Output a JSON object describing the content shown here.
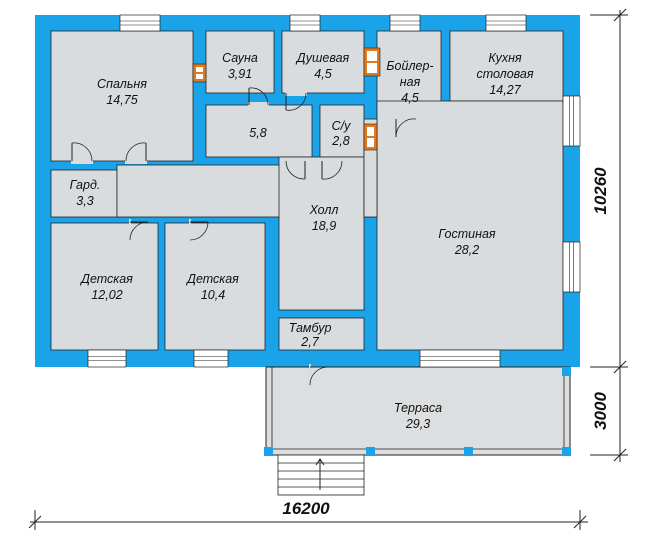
{
  "colors": {
    "wall": "#1aa3e8",
    "room": "#d9dcde",
    "terrace": "#dcdee0",
    "line": "#222222",
    "stove": "#e07a1e"
  },
  "rooms": [
    {
      "id": "spalnya",
      "name": "Спальня",
      "area": "14,75"
    },
    {
      "id": "sauna",
      "name": "Сауна",
      "area": "3,91"
    },
    {
      "id": "dushevaya",
      "name": "Душевая",
      "area": "4,5"
    },
    {
      "id": "boiler",
      "name": "Бойлер-",
      "name2": "ная",
      "area": "4,5"
    },
    {
      "id": "kitchen",
      "name": "Кухня",
      "name2": "столовая",
      "area": "14,27"
    },
    {
      "id": "corridor",
      "name": "",
      "area": "5,8"
    },
    {
      "id": "wc",
      "name": "С/у",
      "area": "2,8"
    },
    {
      "id": "gard",
      "name": "Гард.",
      "area": "3,3"
    },
    {
      "id": "hall",
      "name": "Холл",
      "area": "18,9"
    },
    {
      "id": "living",
      "name": "Гостиная",
      "area": "28,2"
    },
    {
      "id": "child1",
      "name": "Детская",
      "area": "12,02"
    },
    {
      "id": "child2",
      "name": "Детская",
      "area": "10,4"
    },
    {
      "id": "tambur",
      "name": "Тамбур",
      "area": "2,7"
    },
    {
      "id": "terrace",
      "name": "Терраса",
      "area": "29,3"
    }
  ],
  "dimensions": {
    "width": "16200",
    "height": "10260",
    "terrace_depth": "3000"
  }
}
